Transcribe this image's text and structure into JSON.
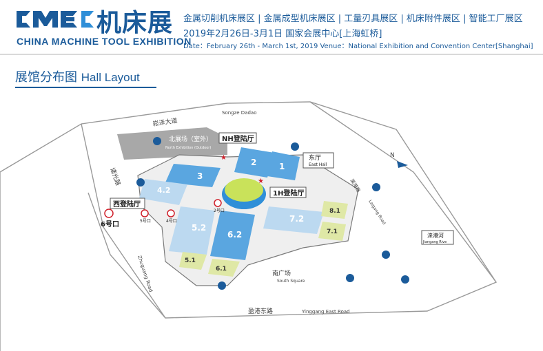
{
  "header": {
    "logo_cn": "机床展",
    "logo_en": "CHINA MACHINE TOOL EXHIBITION",
    "halls_line": "金属切削机床展区 | 金属成型机床展区 | 工量刃具展区 | 机床附件展区 | 智能工厂展区",
    "date_cn": "2019年2月26日-3月1日   国家会展中心[上海虹桥]",
    "date_en": "Date：February 26th - March 1st, 2019      Venue：National Exhibition and Convention Center[Shanghai]"
  },
  "section": {
    "title_cn": "展馆分布图",
    "title_en": "Hall Layout"
  },
  "map": {
    "roads": {
      "north_cn": "崧泽大道",
      "north_en": "Songze Dadao",
      "west_cn": "诸光路",
      "west_en": "Zhuguang Road",
      "south_cn": "盈港东路",
      "south_en": "Yinggang East Road",
      "east_cn": "莱港路",
      "east_en": "Laigang Road"
    },
    "north_exhibition_cn": "北展场（室外）",
    "north_exhibition_en": "North Exhibition (Outdoor)",
    "halls": [
      "1",
      "2",
      "3",
      "4.2",
      "5.2",
      "6.2",
      "7.2",
      "8.1",
      "7.1",
      "5.1",
      "6.1"
    ],
    "entrances": {
      "nh": "NH登陆厅",
      "oneh": "1H登陆厅",
      "west": "西登陆厅",
      "east_hall_cn": "东厅",
      "east_hall_en": "East Hall"
    },
    "metro": {
      "gate6": "6号口",
      "gate5": "5号口",
      "gate4": "4号口",
      "gate2": "2号口"
    },
    "south_square_cn": "南广场",
    "south_square_en": "South Square",
    "river_cn": "涞港河",
    "river_en": "Jiangang Rive",
    "compass": "N",
    "colors": {
      "brand": "#1b5b9a",
      "hall_blue": "#5aa6e0",
      "hall_light": "#bcd9f0",
      "parking": "#1b5b9a",
      "metro": "#d0202a"
    }
  }
}
